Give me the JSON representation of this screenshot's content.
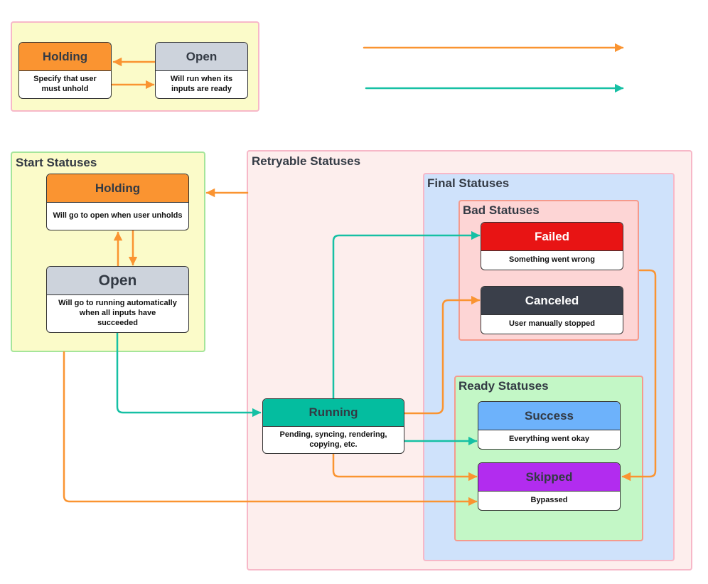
{
  "colors": {
    "orange": "#fa9431",
    "teal": "#16c0a4",
    "red": "#e81414",
    "dark": "#3a3f4a",
    "gray": "#cdd3dc",
    "blue": "#6db2fb",
    "purple": "#b22cef",
    "running": "#04bd9f"
  },
  "legend": {
    "holding": {
      "title": "Holding",
      "desc": "Specify that user must unhold"
    },
    "open": {
      "title": "Open",
      "desc": "Will run when its inputs are ready"
    }
  },
  "groups": {
    "start": "Start Statuses",
    "retryable": "Retryable Statuses",
    "final": "Final Statuses",
    "bad": "Bad Statuses",
    "ready": "Ready Statuses"
  },
  "nodes": {
    "holding": {
      "title": "Holding",
      "desc": "Will go to open when user unholds"
    },
    "open": {
      "title": "Open",
      "desc": "Will go to running automatically when all inputs have succeeded"
    },
    "running": {
      "title": "Running",
      "desc": "Pending, syncing, rendering, copying, etc."
    },
    "failed": {
      "title": "Failed",
      "desc": "Something went wrong"
    },
    "canceled": {
      "title": "Canceled",
      "desc": "User manually stopped"
    },
    "success": {
      "title": "Success",
      "desc": "Everything went okay"
    },
    "skipped": {
      "title": "Skipped",
      "desc": "Bypassed"
    }
  }
}
